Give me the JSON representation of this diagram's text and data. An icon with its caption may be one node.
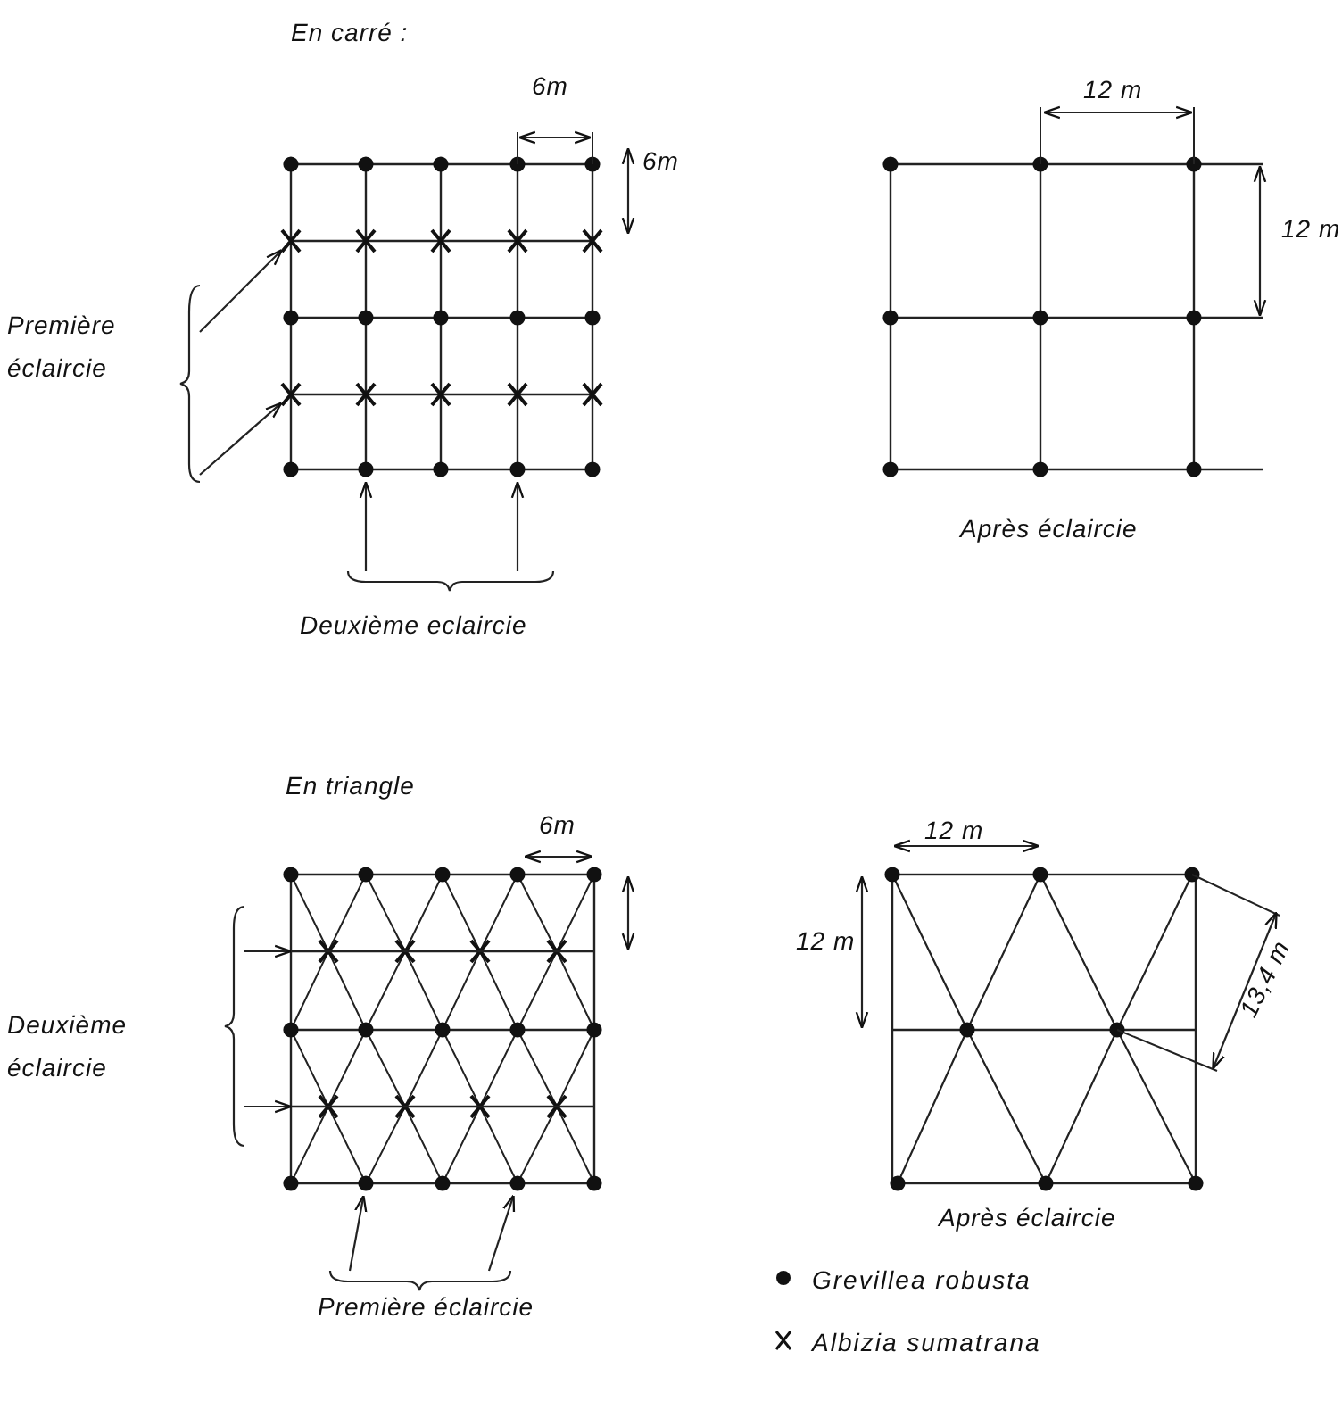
{
  "diagram": {
    "nodes": [
      {
        "text": [
          "Première éclaircie"
        ]
      },
      {
        "text": [
          "Deuxième eclaircie"
        ]
      },
      {
        "text": [
          "Deuxième éclaircie"
        ]
      },
      {
        "text": [
          "Première éclaircie"
        ]
      },
      {
        "text": [],
        "shape": "cross"
      },
      {
        "text": [],
        "shape": "cross"
      },
      {
        "text": [],
        "shape": "circle"
      },
      {
        "text": [],
        "shape": "circle"
      },
      {
        "text": [],
        "shape": "line"
      },
      {
        "text": [],
        "shape": "line"
      },
      {
        "text": [],
        "shape": "circle"
      },
      {
        "text": [],
        "shape": "circle"
      }
    ],
    "edges": [
      {
        "from": 0,
        "to": 4,
        "arrow": "to"
      },
      {
        "from": 0,
        "to": 5,
        "arrow": "to"
      },
      {
        "from": 1,
        "to": 6,
        "arrow": "to"
      },
      {
        "from": 1,
        "to": 7,
        "arrow": "to"
      },
      {
        "from": 2,
        "to": 8,
        "arrow": "to"
      },
      {
        "from": 2,
        "to": 9,
        "arrow": "to"
      },
      {
        "from": 3,
        "to": 10,
        "arrow": "to"
      },
      {
        "from": 3,
        "to": 11,
        "arrow": "to"
      }
    ],
    "labels": [
      "En carré :",
      "6m",
      "6m",
      "12 m",
      "12 m",
      "Après éclaircie",
      "En triangle",
      "6m",
      "12 m",
      "12 m",
      "13,4 m",
      "Après éclaircie"
    ],
    "legend": [
      {
        "text": "Grevillea robusta"
      },
      {
        "text": "Albizia sumatrana"
      }
    ]
  }
}
